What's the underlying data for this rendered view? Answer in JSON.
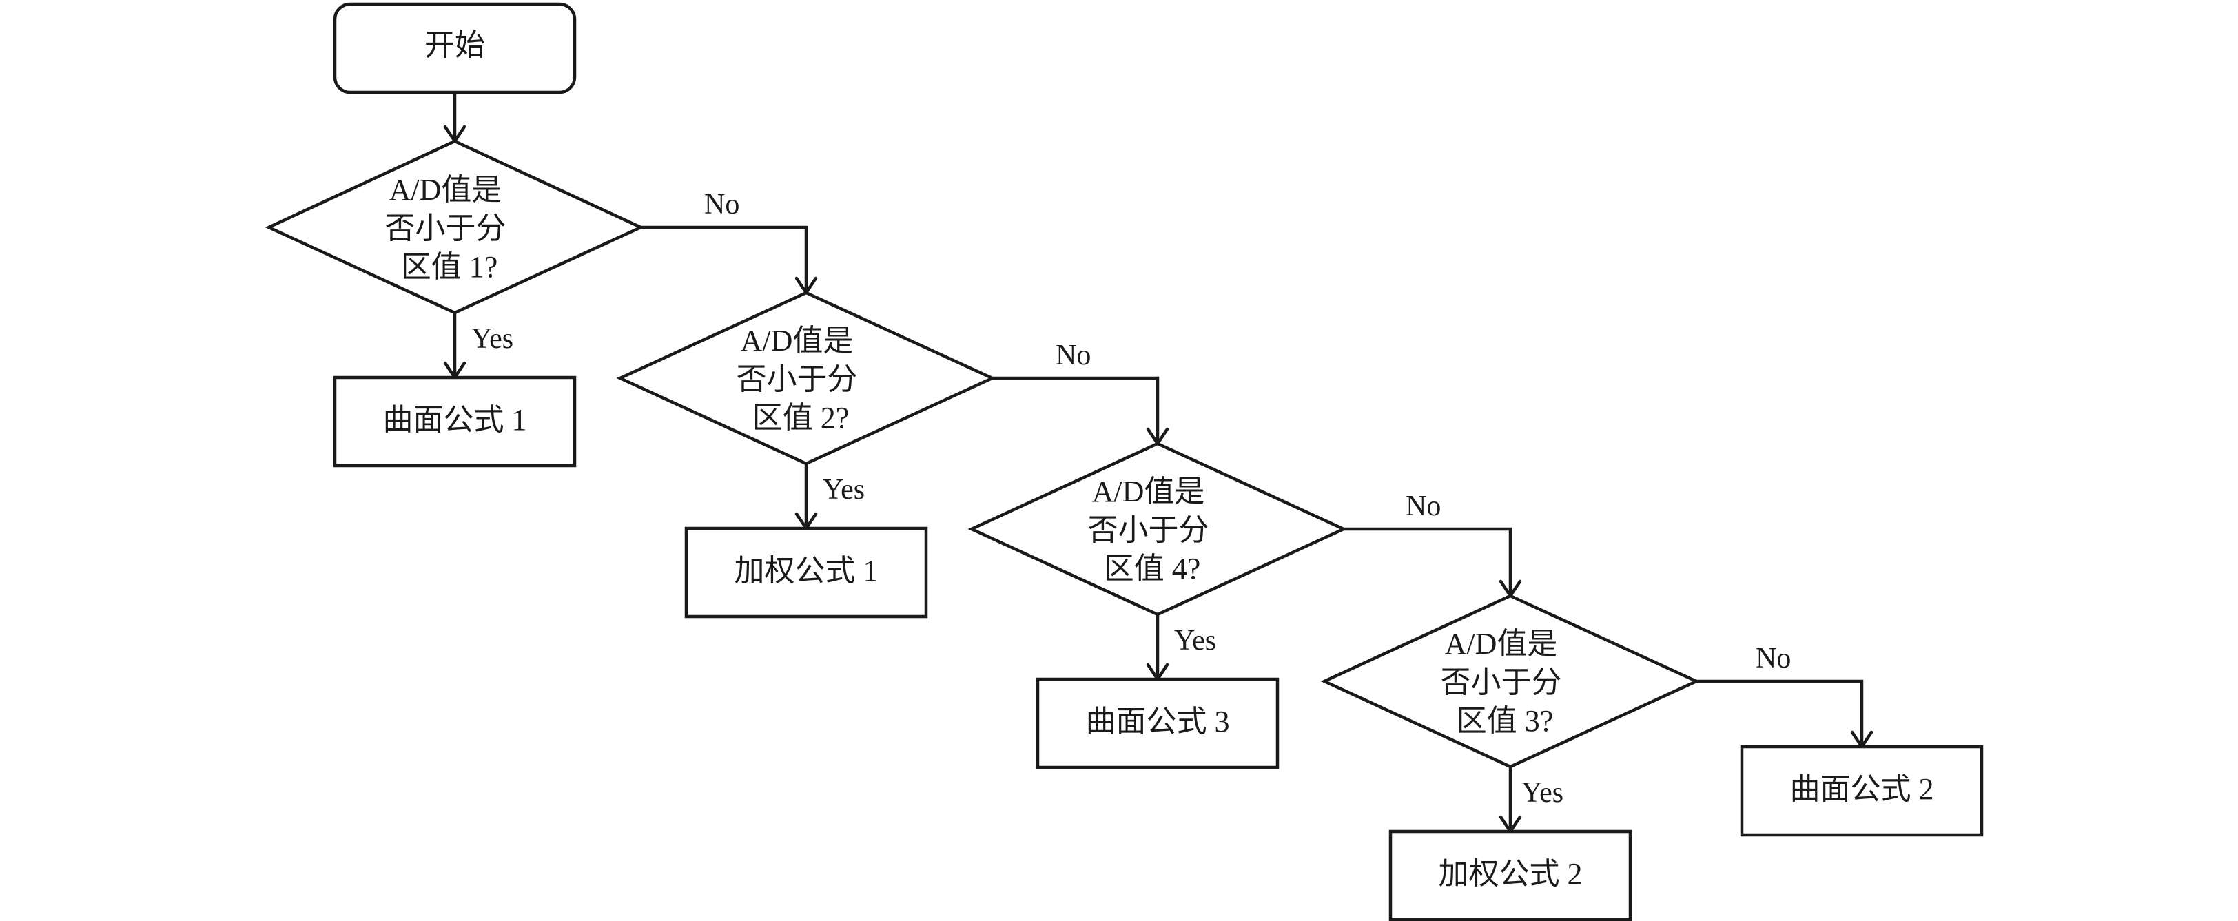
{
  "nodes": {
    "start": {
      "label": "开始"
    },
    "decision1": {
      "lines": [
        "A/D值是",
        "否小于分",
        "区值 1?"
      ]
    },
    "decision2": {
      "lines": [
        "A/D值是",
        "否小于分",
        "区值 2?"
      ]
    },
    "decision3": {
      "lines": [
        "A/D值是",
        "否小于分",
        "区值 4?"
      ]
    },
    "decision4": {
      "lines": [
        "A/D值是",
        "否小于分",
        "区值 3?"
      ]
    },
    "result1": {
      "label": "曲面公式 1"
    },
    "result2": {
      "label": "加权公式 1"
    },
    "result3": {
      "label": "曲面公式 3"
    },
    "result4": {
      "label": "加权公式 2"
    },
    "result5": {
      "label": "曲面公式 2"
    }
  },
  "edge_labels": {
    "yes": "Yes",
    "no": "No"
  }
}
